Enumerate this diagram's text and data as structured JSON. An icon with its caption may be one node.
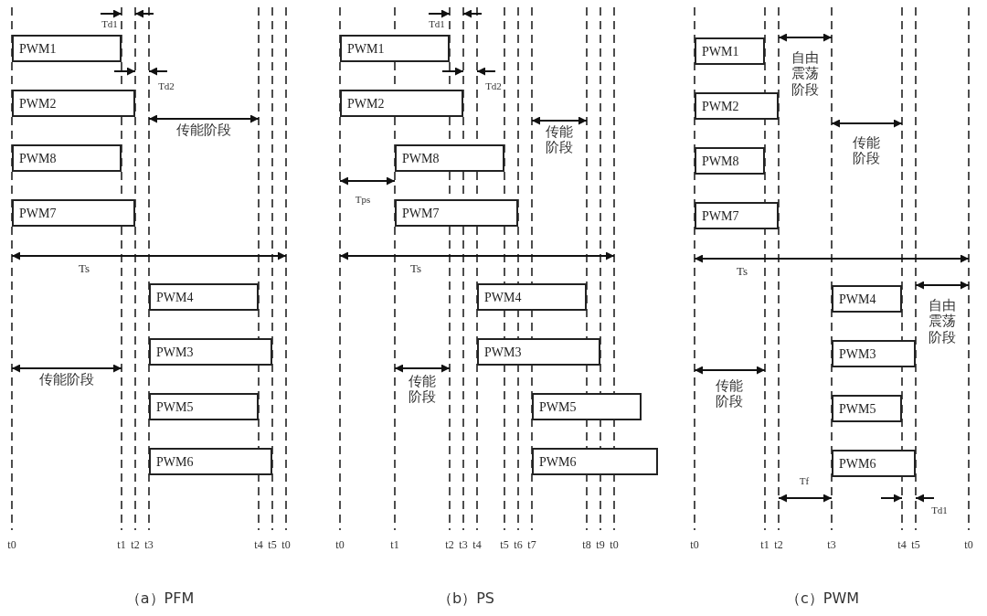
{
  "diagram": {
    "nodes": [
      {
        "text": [
          "PWM1"
        ]
      },
      {
        "text": [
          "PWM2"
        ]
      },
      {
        "text": [
          "PWM8"
        ]
      },
      {
        "text": [
          "PWM7"
        ]
      },
      {
        "text": [
          "PWM4"
        ]
      },
      {
        "text": [
          "PWM3"
        ]
      },
      {
        "text": [
          "PWM5"
        ]
      },
      {
        "text": [
          "PWM6"
        ]
      },
      {
        "text": [
          "PWM1"
        ]
      },
      {
        "text": [
          "PWM2"
        ]
      },
      {
        "text": [
          "PWM8"
        ]
      },
      {
        "text": [
          "PWM7"
        ]
      },
      {
        "text": [
          "PWM4"
        ]
      },
      {
        "text": [
          "PWM3"
        ]
      },
      {
        "text": [
          "PWM5"
        ]
      },
      {
        "text": [
          "PWM6"
        ]
      },
      {
        "text": [
          "PWM1"
        ]
      },
      {
        "text": [
          "PWM2"
        ]
      },
      {
        "text": [
          "PWM8"
        ]
      },
      {
        "text": [
          "PWM7"
        ]
      },
      {
        "text": [
          "PWM4"
        ]
      },
      {
        "text": [
          "PWM3"
        ]
      },
      {
        "text": [
          "PWM5"
        ]
      },
      {
        "text": [
          "PWM6"
        ]
      }
    ],
    "edges": [],
    "labels": [
      "Td1",
      "Td2",
      "传能阶段",
      "Ts",
      "传能阶段",
      "t0",
      "t1",
      "t2",
      "t3",
      "t4",
      "t5",
      "t0",
      "（a）PFM",
      "Td1",
      "Td2",
      "传能阶段",
      "Tps",
      "Ts",
      "传能阶段",
      "t0",
      "t1",
      "t2",
      "t3",
      "t4",
      "t5",
      "t6",
      "t7",
      "t8",
      "t9",
      "t0",
      "（b）PS",
      "自由震荡阶段",
      "传能阶段",
      "Ts",
      "自由震荡阶段",
      "传能阶段",
      "Tf",
      "Td1",
      "t0",
      "t1",
      "t2",
      "t3",
      "t4",
      "t5",
      "t0",
      "（c）PWM"
    ]
  }
}
